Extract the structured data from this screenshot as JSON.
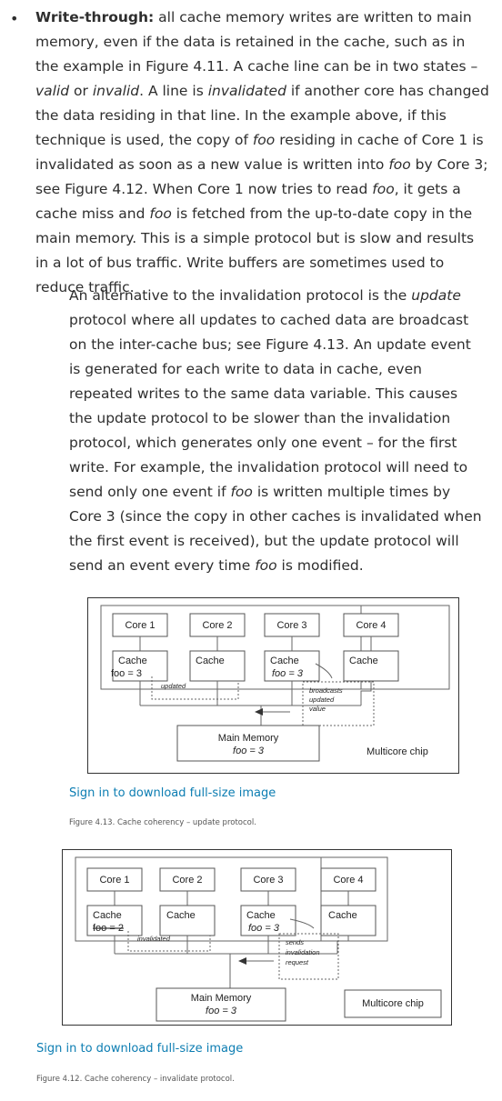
{
  "bullet_char": "•",
  "p1": {
    "bold": "Write-through:",
    "t1": " all cache memory writes are written to main memory, even if the data is retained in the cache, such as in the example in Figure 4.11. A cache line can be in two states – ",
    "valid": "valid",
    "t2": " or ",
    "invalid": "invalid",
    "t3": ". A line is ",
    "invalidated": "invalidated",
    "t4": " if another core has changed the data residing in that line. In the example above, if this technique is used, the copy of ",
    "foo1": "foo",
    "t5": " residing in cache of Core 1 is invalidated as soon as a new value is written into ",
    "foo2": "foo",
    "t6": " by Core 3; see Figure 4.12. When Core 1 now tries to read ",
    "foo3": "foo",
    "t7": ", it gets a cache miss and ",
    "foo4": "foo",
    "t8": " is fetched from the up-to-date copy in the main memory. This is a simple protocol but is slow and results in a lot of bus traffic. Write buffers are sometimes used to reduce traffic."
  },
  "p2": {
    "t1": "An alternative to the invalidation protocol is the ",
    "update": "update",
    "t2": " protocol where all updates to cached data are broadcast on the inter-cache bus; see Figure 4.13. An update event is generated for each write to data in cache, even repeated writes to the same data variable. This causes the update protocol to be slower than the invalidation protocol, which generates only one event – for the first write. For example, the invalidation protocol will need to send only one event if ",
    "foo1": "foo",
    "t3": " is written multiple times by Core 3 (since the copy in other caches is invalidated when the first event is received), but the update protocol will send an event every time ",
    "foo2": "foo",
    "t4": " is modified."
  },
  "figure1": {
    "cores": [
      "Core 1",
      "Core 2",
      "Core 3",
      "Core 4"
    ],
    "cache_label": "Cache",
    "core1_value": "foo = 3",
    "core3_value": "foo = 3",
    "updated_label": "updated",
    "note": [
      "broadcasts",
      "updated",
      "value"
    ],
    "memory_title": "Main Memory",
    "memory_value": "foo = 3",
    "chip_label": "Multicore chip",
    "signin": "Sign in to download full-size image",
    "caption": "Figure 4.13. Cache coherency – update protocol."
  },
  "figure2": {
    "cores": [
      "Core 1",
      "Core 2",
      "Core 3",
      "Core 4"
    ],
    "cache_label": "Cache",
    "core1_value": "foo = 2",
    "core3_value": "foo = 3",
    "invalidated_label": "invalidated",
    "note": [
      "sends",
      "invalidation",
      "request"
    ],
    "memory_title": "Main Memory",
    "memory_value": "foo = 3",
    "chip_label": "Multicore chip",
    "signin": "Sign in to download full-size image",
    "caption": "Figure 4.12. Cache coherency – invalidate protocol."
  }
}
